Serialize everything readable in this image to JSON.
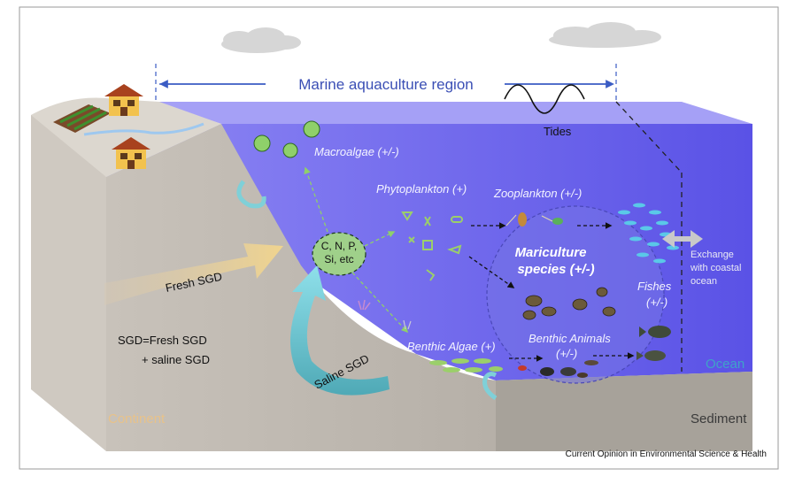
{
  "diagram": {
    "region_title": "Marine aquaculture region",
    "tides": "Tides",
    "macroalgae": "Macroalgae (+/-)",
    "phytoplankton": "Phytoplankton (+)",
    "zooplankton": "Zooplankton (+/-)",
    "nutrients_line1": "C, N, P,",
    "nutrients_line2": "Si, etc",
    "mariculture_line1": "Mariculture",
    "mariculture_line2": "species (+/-)",
    "fishes_line1": "Fishes",
    "fishes_line2": "(+/-)",
    "exchange_line1": "Exchange",
    "exchange_line2": "with coastal",
    "exchange_line3": "ocean",
    "fresh_sgd": "Fresh SGD",
    "saline_sgd": "Saline SGD",
    "sgd_def_line1": "SGD=Fresh SGD",
    "sgd_def_line2": "+ saline SGD",
    "benthic_algae": "Benthic Algae (+)",
    "benthic_animals_line1": "Benthic Animals",
    "benthic_animals_line2": "(+/-)",
    "ocean": "Ocean",
    "continent": "Continent",
    "sediment": "Sediment",
    "source": "Current Opinion in Environmental Science & Health"
  },
  "colors": {
    "ocean": "#6f6cf0",
    "ocean_deep": "#5b55d8",
    "land_side": "#bdb6ad",
    "land_top": "#d9d4cc",
    "sediment": "#a9a49c",
    "fresh_sgd_arrow": "#e8d29a",
    "saline_sgd_arrow": "#7fd0d8",
    "nutrient_bubble": "#9fd08a",
    "plankton_green": "#9bcf6a",
    "fish_blue": "#5ac8e8"
  },
  "icons": [
    "cloud-icon",
    "house-icon",
    "crop-field-icon",
    "macroalgae-icon",
    "phytoplankton-icon",
    "zooplankton-icon",
    "fish-icon",
    "shellfish-icon",
    "crab-icon",
    "double-arrow-icon"
  ]
}
